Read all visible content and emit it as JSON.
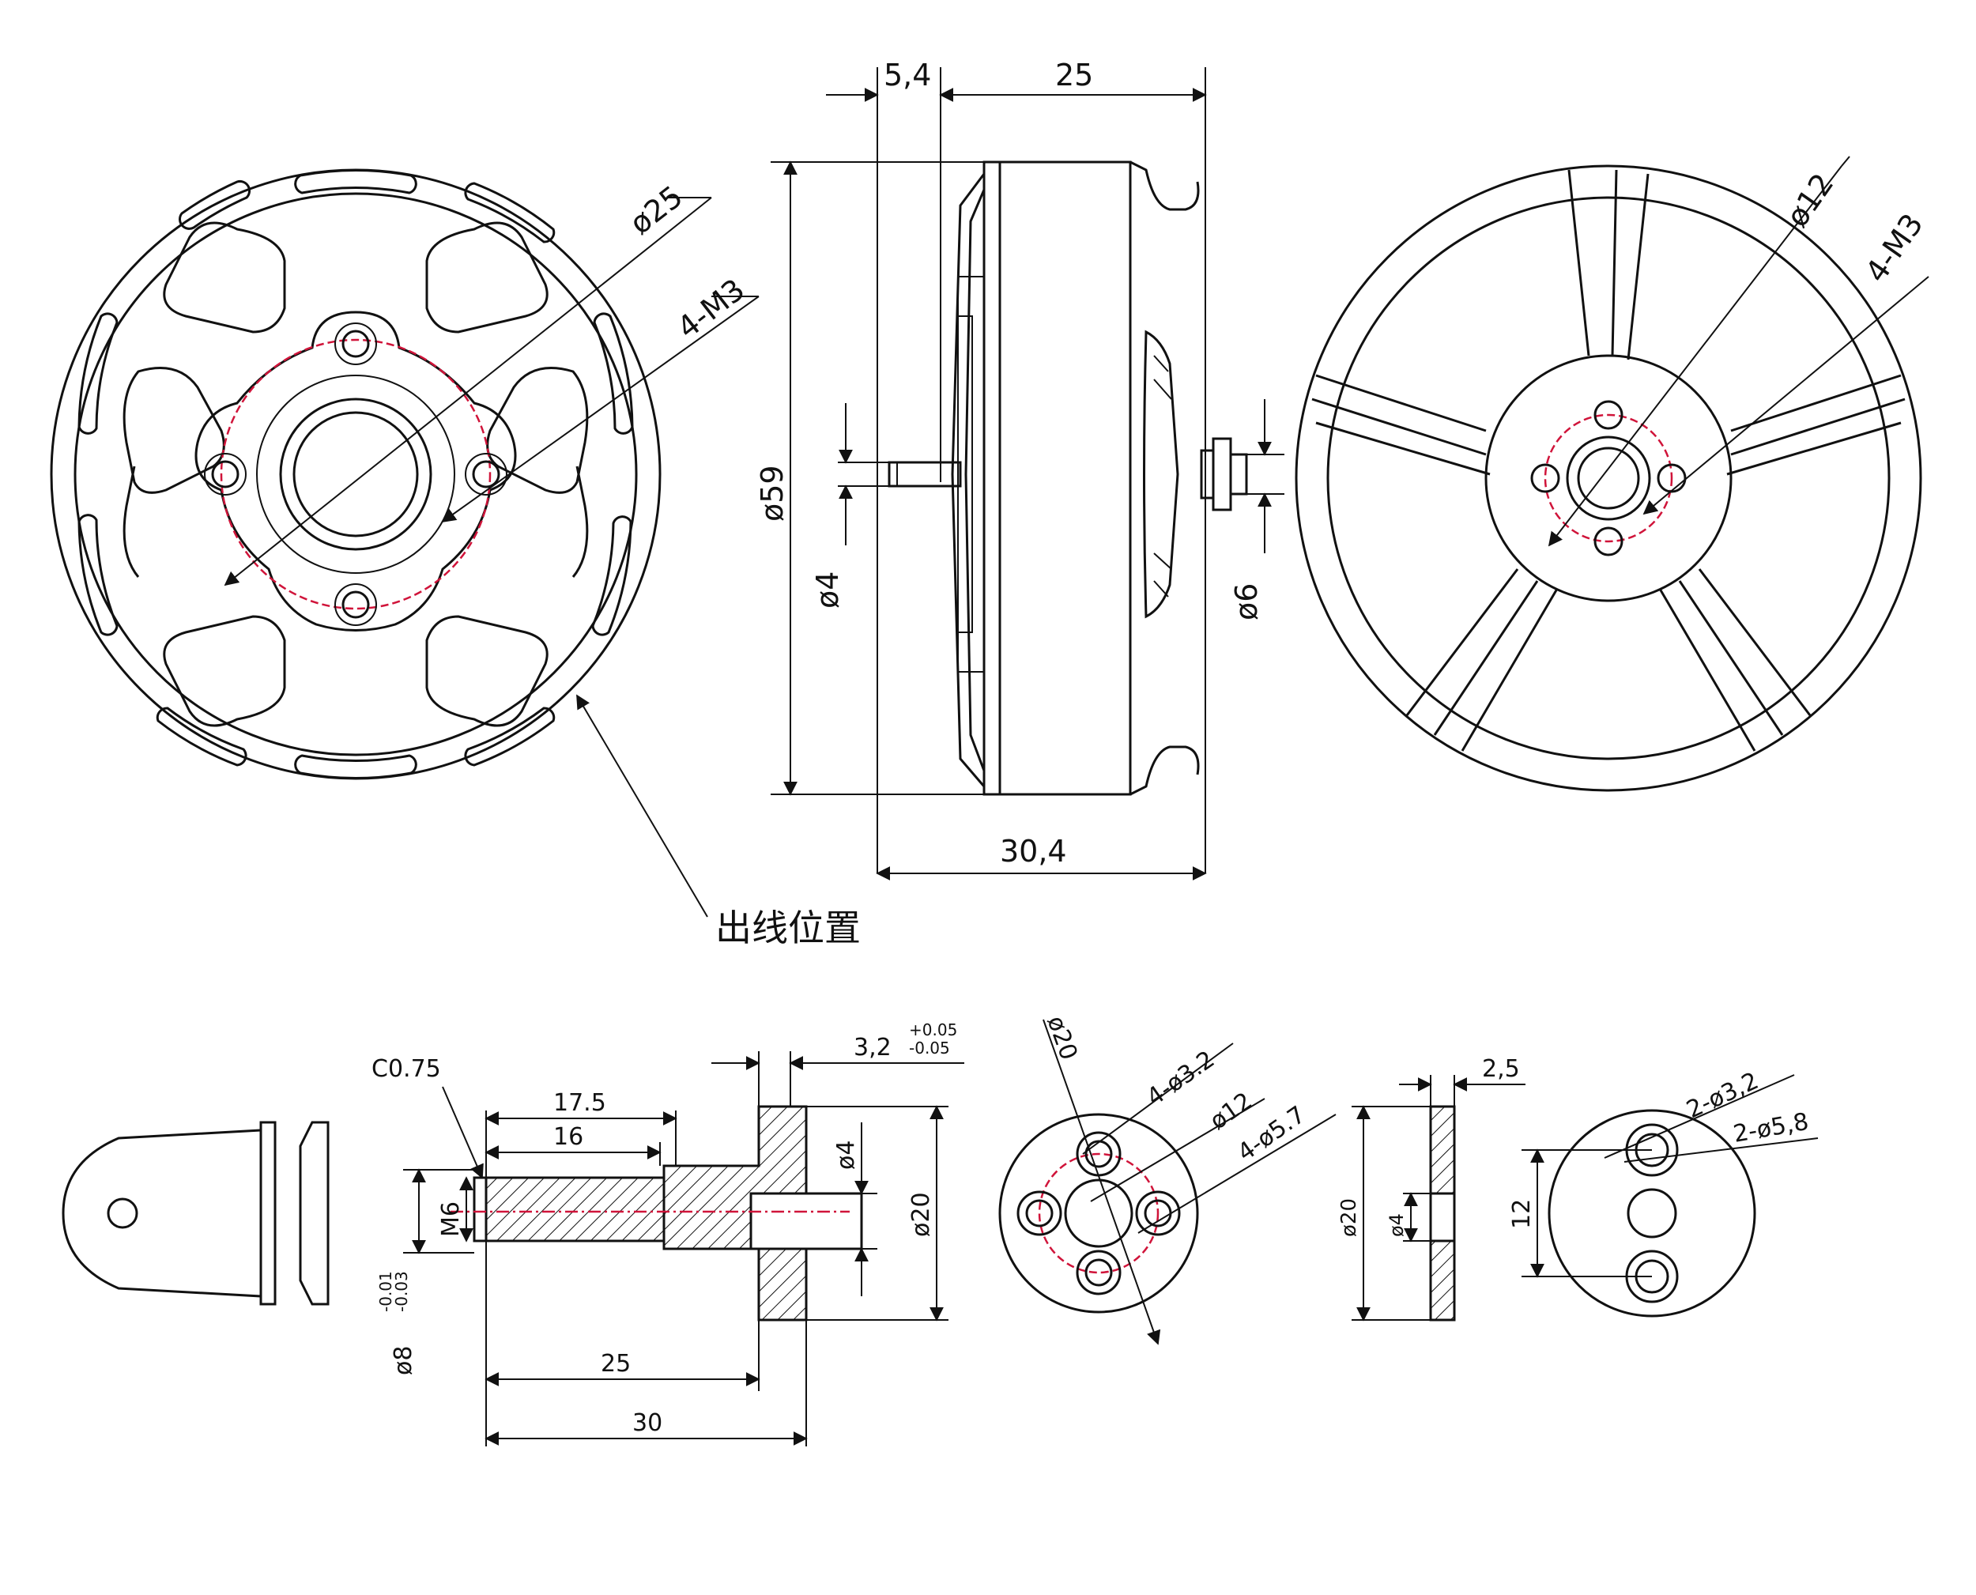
{
  "labels": {
    "front_bore": "ø25",
    "front_holes": "4-M3",
    "wire_exit": "出线位置",
    "side_thickness": "5,4",
    "side_length": "25",
    "side_diameter": "ø59",
    "side_shaft": "ø4",
    "side_rear_shaft": "ø6",
    "side_total": "30,4",
    "rear_bore": "ø12",
    "rear_holes": "4-M3",
    "adapter_chamfer": "C0.75",
    "adapter_len_a": "17.5",
    "adapter_len_b": "16",
    "adapter_flange_t": "3,2",
    "adapter_flange_tol_up": "+0.05",
    "adapter_flange_tol_dn": "-0.05",
    "adapter_shaft": "ø4",
    "adapter_flange_d": "ø20",
    "adapter_thread": "M6",
    "adapter_body_d": "ø8",
    "adapter_body_tol_up": "-0.01",
    "adapter_body_tol_dn": "-0.03",
    "adapter_len_c": "25",
    "adapter_len_total": "30",
    "flange_outer": "ø20",
    "flange_holes_small": "4-ø3.2",
    "flange_center": "ø12",
    "flange_holes_large": "4-ø5.7",
    "washer_t": "2,5",
    "washer_d": "ø20",
    "washer_bore": "ø4",
    "plate_holes_small": "2-ø3,2",
    "plate_holes_large": "2-ø5,8",
    "plate_spacing": "12"
  },
  "colors": {
    "line": "#111111",
    "centerline": "#d0143a"
  }
}
